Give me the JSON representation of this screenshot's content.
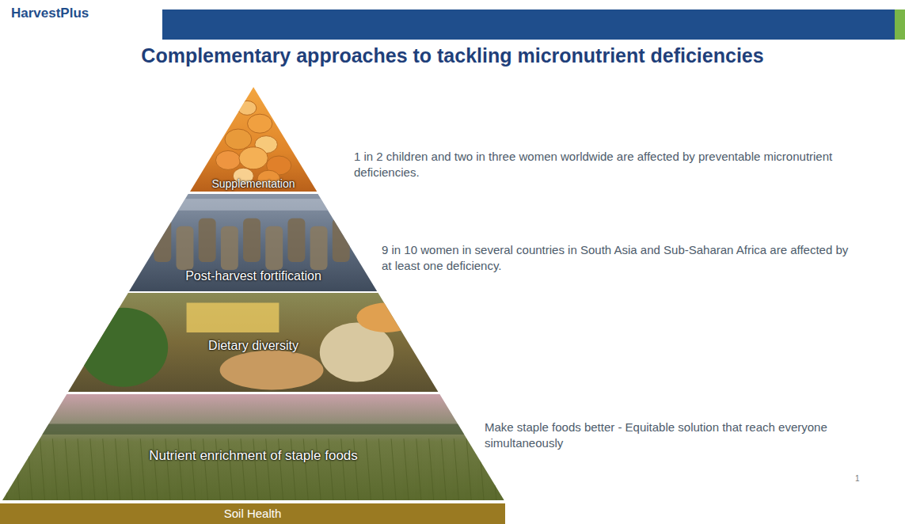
{
  "diagram": {
    "title": "Complementary approaches to tackling micronutrient deficiencies",
    "nodes": [
      {
        "text": [
          "Supplementation"
        ]
      },
      {
        "text": [
          "Post-harvest fortification"
        ]
      },
      {
        "text": [
          "Dietary diversity"
        ]
      },
      {
        "text": [
          "Nutrient enrichment of staple foods"
        ]
      },
      {
        "text": [
          "Soil Health"
        ]
      }
    ],
    "labels": [
      "HarvestPlus",
      "1 in 2 children and two in three women worldwide are affected by preventable micronutrient deficiencies.",
      "9 in 10 women in several countries in South Asia and Sub-Saharan Africa are affected by at least one deficiency.",
      "Make staple foods better - Equitable solution that reach everyone simultaneously",
      "1"
    ]
  }
}
